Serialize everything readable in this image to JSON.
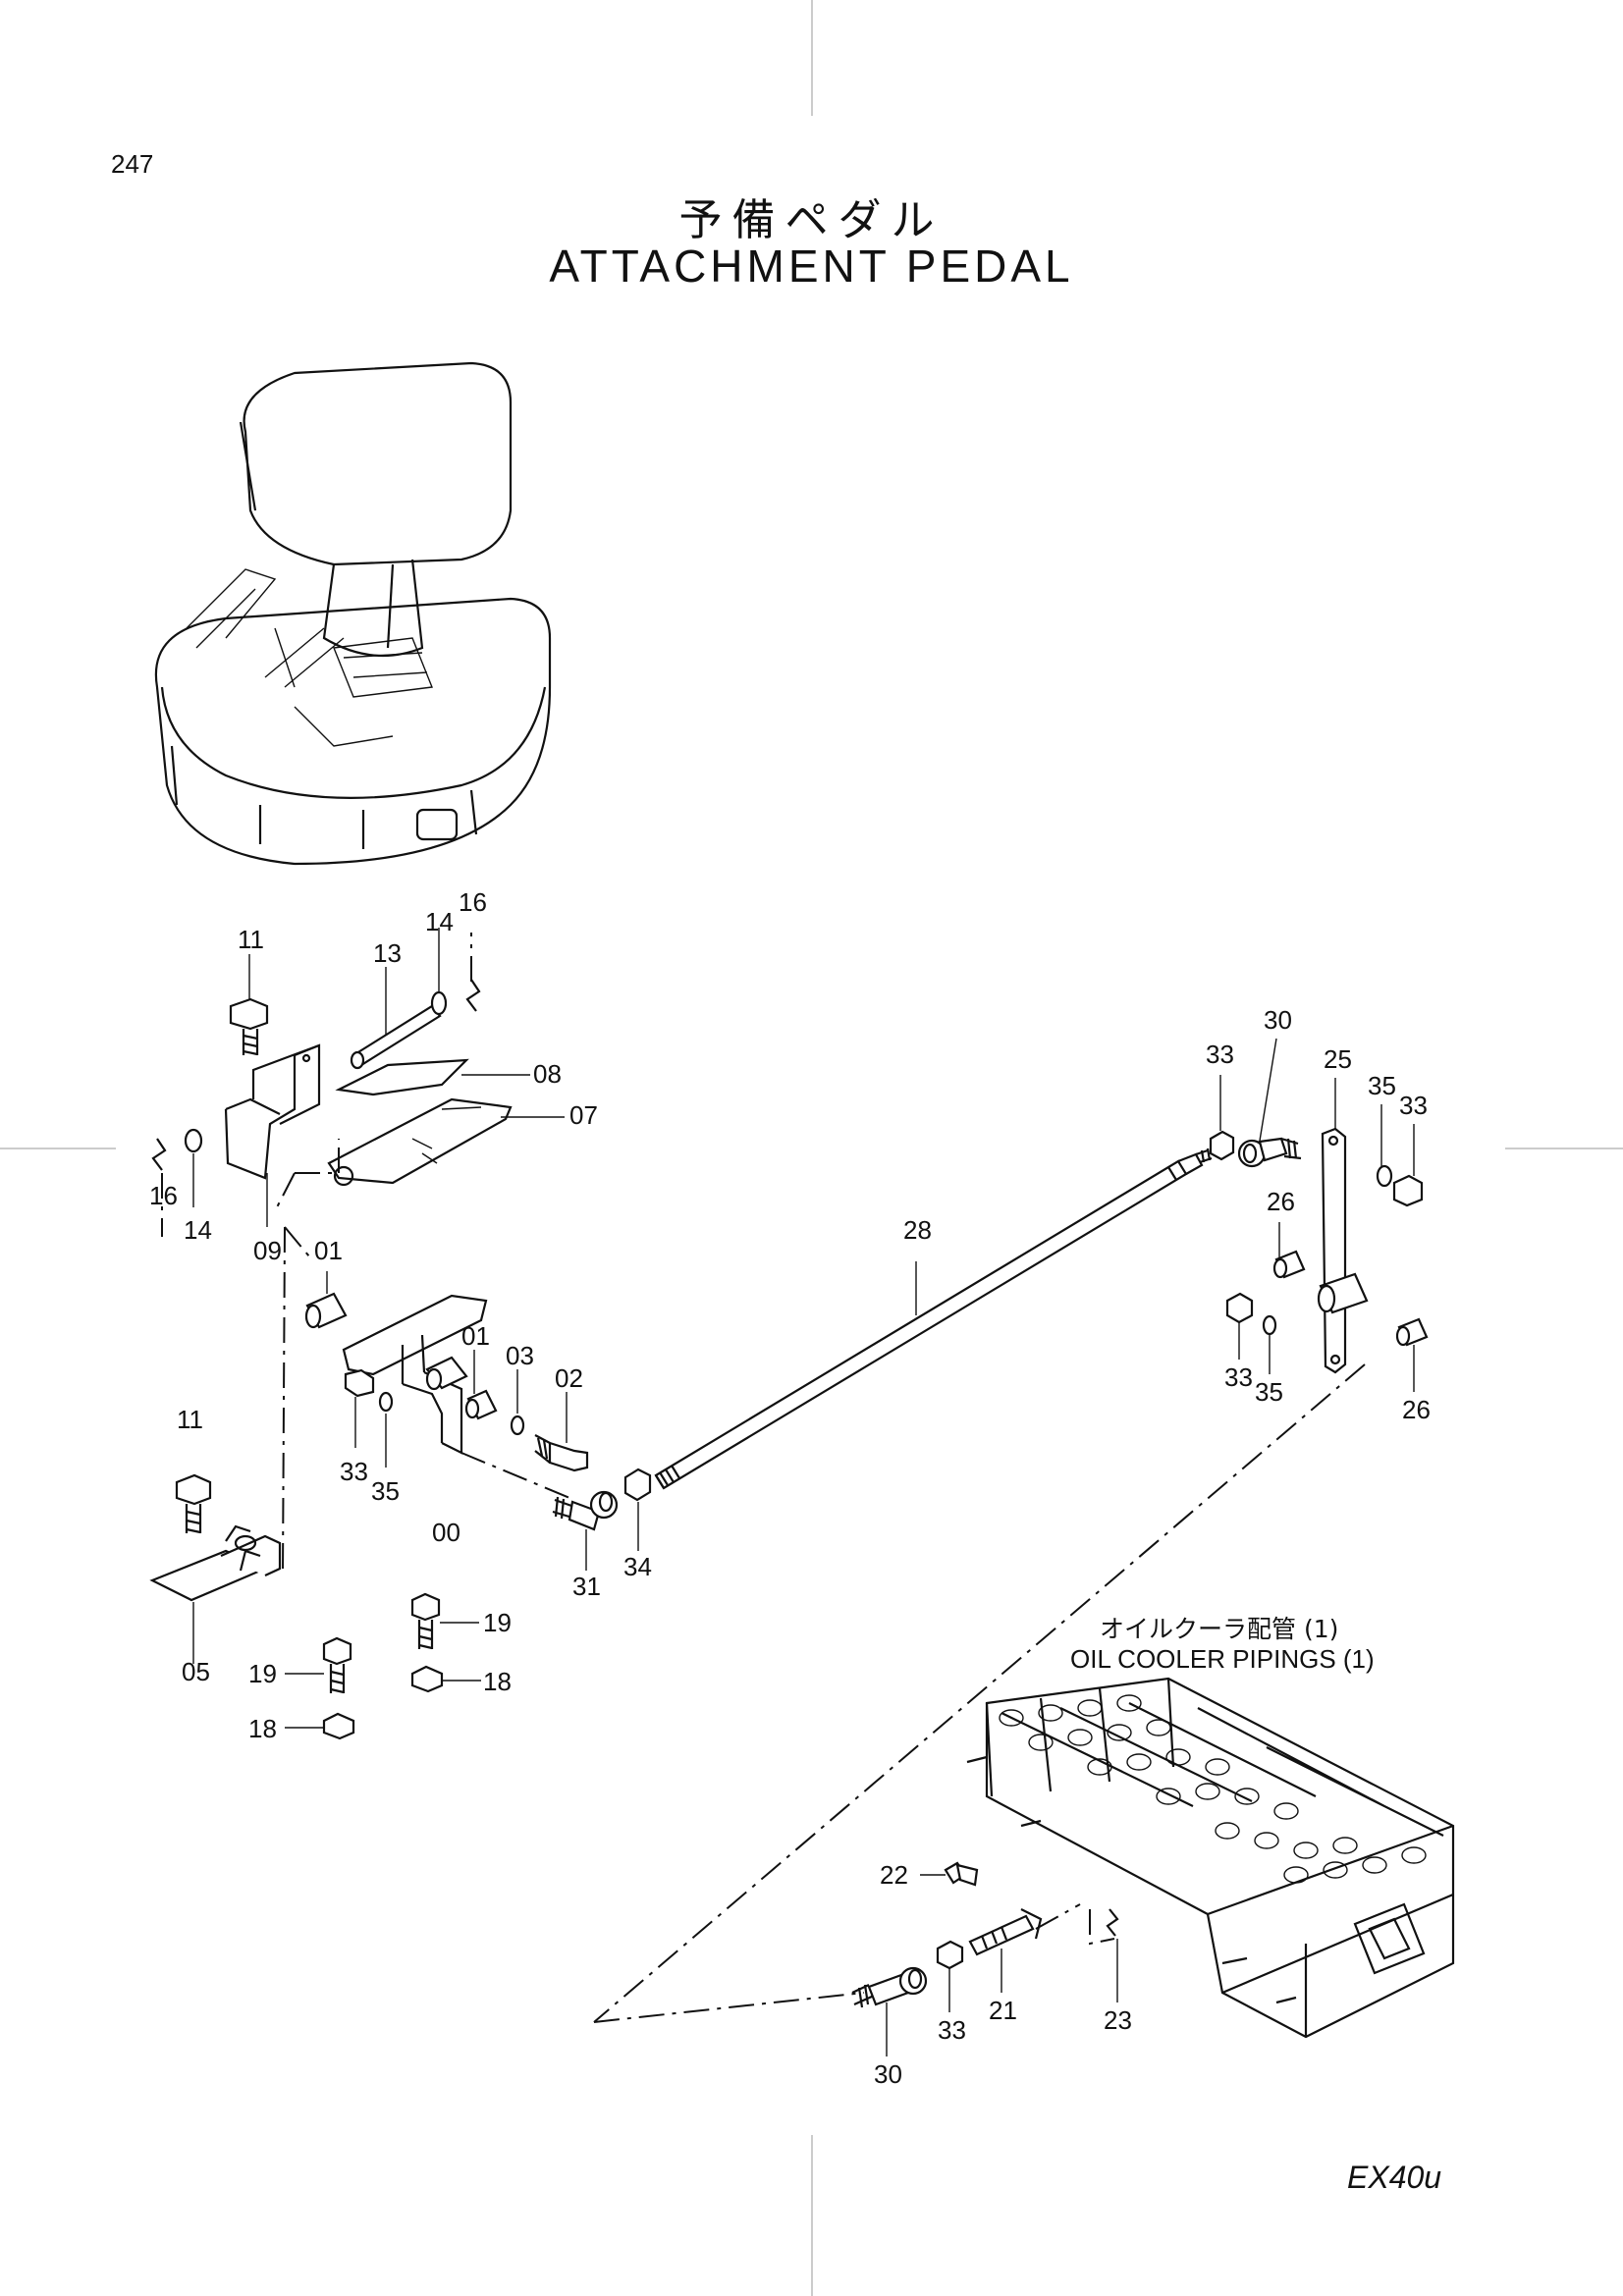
{
  "page_number": "247",
  "title_japanese": "予備ペダル",
  "title_english": "ATTACHMENT  PEDAL",
  "model": "EX40u",
  "sub_assembly_ref": {
    "japanese": "オイルクーラ配管 (1)",
    "english": "OIL COOLER  PIPINGS (1)"
  },
  "callouts": [
    {
      "id": "11a",
      "text": "11"
    },
    {
      "id": "13",
      "text": "13"
    },
    {
      "id": "14a",
      "text": "14"
    },
    {
      "id": "16a",
      "text": "16"
    },
    {
      "id": "08",
      "text": "08"
    },
    {
      "id": "07",
      "text": "07"
    },
    {
      "id": "16b",
      "text": "16"
    },
    {
      "id": "14b",
      "text": "14"
    },
    {
      "id": "09",
      "text": "09"
    },
    {
      "id": "01a",
      "text": "01"
    },
    {
      "id": "01b",
      "text": "01"
    },
    {
      "id": "03",
      "text": "03"
    },
    {
      "id": "02",
      "text": "02"
    },
    {
      "id": "33a",
      "text": "33"
    },
    {
      "id": "35a",
      "text": "35"
    },
    {
      "id": "00",
      "text": "00"
    },
    {
      "id": "11b",
      "text": "11"
    },
    {
      "id": "05",
      "text": "05"
    },
    {
      "id": "31",
      "text": "31"
    },
    {
      "id": "34",
      "text": "34"
    },
    {
      "id": "28",
      "text": "28"
    },
    {
      "id": "19a",
      "text": "19"
    },
    {
      "id": "18a",
      "text": "18"
    },
    {
      "id": "19b",
      "text": "19"
    },
    {
      "id": "18b",
      "text": "18"
    },
    {
      "id": "33b",
      "text": "33"
    },
    {
      "id": "30a",
      "text": "30"
    },
    {
      "id": "25",
      "text": "25"
    },
    {
      "id": "35b",
      "text": "35"
    },
    {
      "id": "33c",
      "text": "33"
    },
    {
      "id": "26a",
      "text": "26"
    },
    {
      "id": "33d",
      "text": "33"
    },
    {
      "id": "35c",
      "text": "35"
    },
    {
      "id": "26b",
      "text": "26"
    },
    {
      "id": "22",
      "text": "22"
    },
    {
      "id": "21",
      "text": "21"
    },
    {
      "id": "23",
      "text": "23"
    },
    {
      "id": "33e",
      "text": "33"
    },
    {
      "id": "30b",
      "text": "30"
    }
  ]
}
